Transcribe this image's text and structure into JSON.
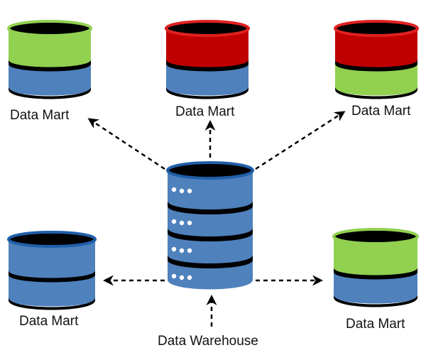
{
  "colors": {
    "blue": "#4f81bd",
    "green": "#92d050",
    "red": "#c00000",
    "blue_rim": "#1f5fa8",
    "green_rim": "#92d050",
    "red_rim": "#e02020",
    "outline": "#000000",
    "dot": "#ffffff"
  },
  "warehouse": {
    "label": "Data Warehouse",
    "color": "blue",
    "slot_icons": [
      "server-lights",
      "server-lights",
      "server-lights",
      "server-lights"
    ]
  },
  "marts": [
    {
      "id": "top-left",
      "label": "Data Mart",
      "top_color": "green",
      "bottom_color": "blue"
    },
    {
      "id": "top-center",
      "label": "Data Mart",
      "top_color": "red",
      "bottom_color": "blue"
    },
    {
      "id": "top-right",
      "label": "Data Mart",
      "top_color": "red",
      "bottom_color": "green"
    },
    {
      "id": "middle-left",
      "label": "Data Mart",
      "top_color": "blue",
      "bottom_color": "blue"
    },
    {
      "id": "middle-right",
      "label": "Data Mart",
      "top_color": "green",
      "bottom_color": "blue"
    }
  ],
  "arrows": [
    {
      "from": "warehouse",
      "to": "top-left"
    },
    {
      "from": "warehouse",
      "to": "top-center"
    },
    {
      "from": "warehouse",
      "to": "top-right"
    },
    {
      "from": "warehouse",
      "to": "middle-left"
    },
    {
      "from": "warehouse",
      "to": "middle-right"
    },
    {
      "from": "data-warehouse-label",
      "to": "warehouse"
    }
  ]
}
